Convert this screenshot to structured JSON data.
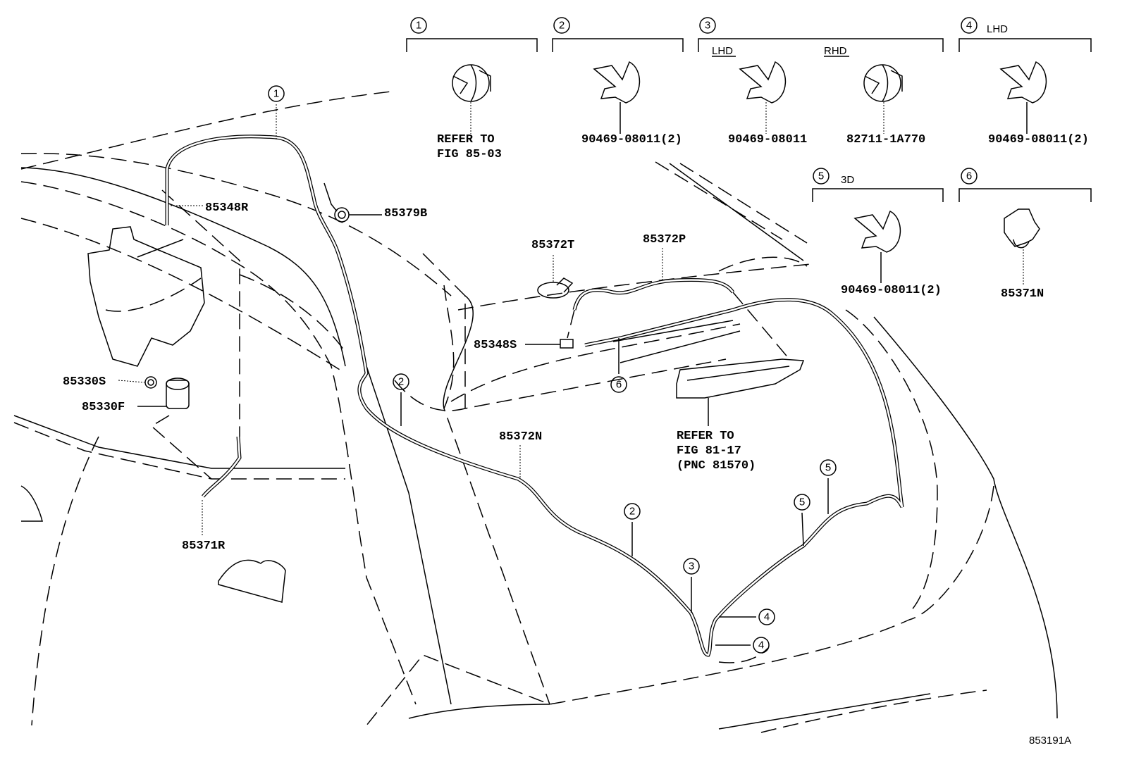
{
  "diagram": {
    "figure_id": "853191A",
    "legend_groups": [
      {
        "num": "1",
        "qualifier": "",
        "parts": [
          "REFER TO",
          "FIG 85-03"
        ]
      },
      {
        "num": "2",
        "qualifier": "",
        "parts": [
          "90469-08011(2)"
        ]
      },
      {
        "num": "3",
        "qualifier": "",
        "sub": [
          {
            "label": "LHD",
            "part": "90469-08011"
          },
          {
            "label": "RHD",
            "part": "82711-1A770"
          }
        ]
      },
      {
        "num": "4",
        "qualifier": "LHD",
        "parts": [
          "90469-08011(2)"
        ]
      },
      {
        "num": "5",
        "qualifier": "3D",
        "parts": [
          "90469-08011(2)"
        ]
      },
      {
        "num": "6",
        "qualifier": "",
        "parts": [
          "85371N"
        ]
      }
    ],
    "part_labels": {
      "p85348R": "85348R",
      "p85379B": "85379B",
      "p85372T": "85372T",
      "p85372P": "85372P",
      "p85348S": "85348S",
      "p85330S": "85330S",
      "p85330F": "85330F",
      "p85372N": "85372N",
      "p85371R": "85371R"
    },
    "lamp_ref": [
      "REFER TO",
      "FIG 81-17",
      "(PNC 81570)"
    ],
    "callouts": [
      "1",
      "2",
      "6",
      "2",
      "3",
      "4",
      "4",
      "5",
      "5"
    ]
  }
}
